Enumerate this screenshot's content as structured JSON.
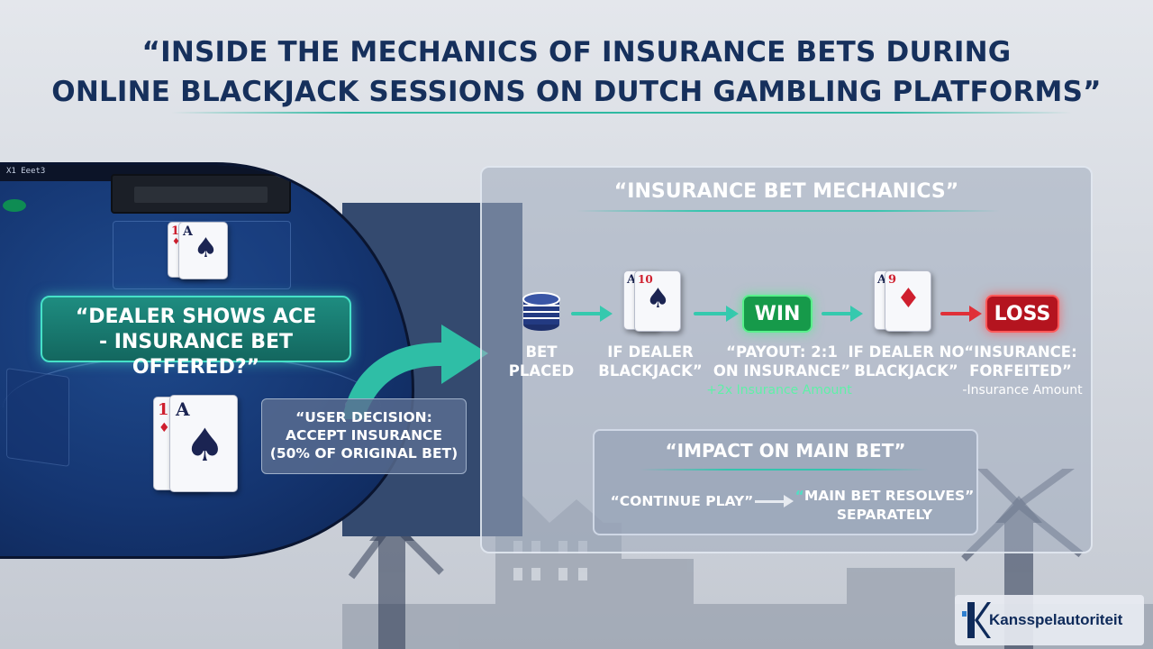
{
  "title": {
    "line1": "“INSIDE THE MECHANICS OF INSURANCE BETS DURING",
    "line2": "ONLINE BLACKJACK SESSIONS ON DUTCH GAMBLING PLATFORMS”"
  },
  "table": {
    "top_label": "X1 Eeet3",
    "dealer_card_back_rank": "10",
    "dealer_card_front_rank": "A",
    "player_card_back_rank": "10",
    "player_card_front_rank": "A"
  },
  "dealer_callout": {
    "line1": "“DEALER SHOWS ACE",
    "line2": "- INSURANCE BET OFFERED?”"
  },
  "user_callout": {
    "line1": "“USER DECISION:",
    "line2": "ACCEPT INSURANCE",
    "line3": "(50% OF ORIGINAL BET)"
  },
  "panel": {
    "title": "“INSURANCE BET MECHANICS”",
    "steps": {
      "bet_placed": {
        "line1": "BET",
        "line2": "PLACED"
      },
      "if_dealer_blackjack": {
        "line1": "IF DEALER",
        "line2": "BLACKJACK”"
      },
      "win_badge": "WIN",
      "payout": {
        "line1": "“PAYOUT: 2:1",
        "line2": "ON INSURANCE”",
        "sub": "+2x Insurance Amount"
      },
      "if_dealer_no_blackjack": {
        "line1": "IF DEALER NO",
        "line2": "BLACKJACK”"
      },
      "loss_badge": "LOSS",
      "forfeit": {
        "line1": "“INSURANCE:",
        "line2": "FORFEITED”",
        "sub": "-Insurance Amount"
      }
    },
    "card_ranks": {
      "bj_back": "10",
      "bj_front": "A",
      "nobj_back": "9",
      "nobj_front": "A"
    }
  },
  "impact": {
    "title": "“IMPACT ON MAIN BET”",
    "left": "“CONTINUE PLAY”",
    "right_q": "“",
    "right_line1": "MAIN BET RESOLVES”",
    "right_line2": "SEPARATELY"
  },
  "logo": {
    "text": "Kansspelautoriteit"
  },
  "colors": {
    "accent_teal": "#35c9ae",
    "win_green": "#169a4a",
    "loss_red": "#b4141f",
    "navy": "#16305c"
  }
}
